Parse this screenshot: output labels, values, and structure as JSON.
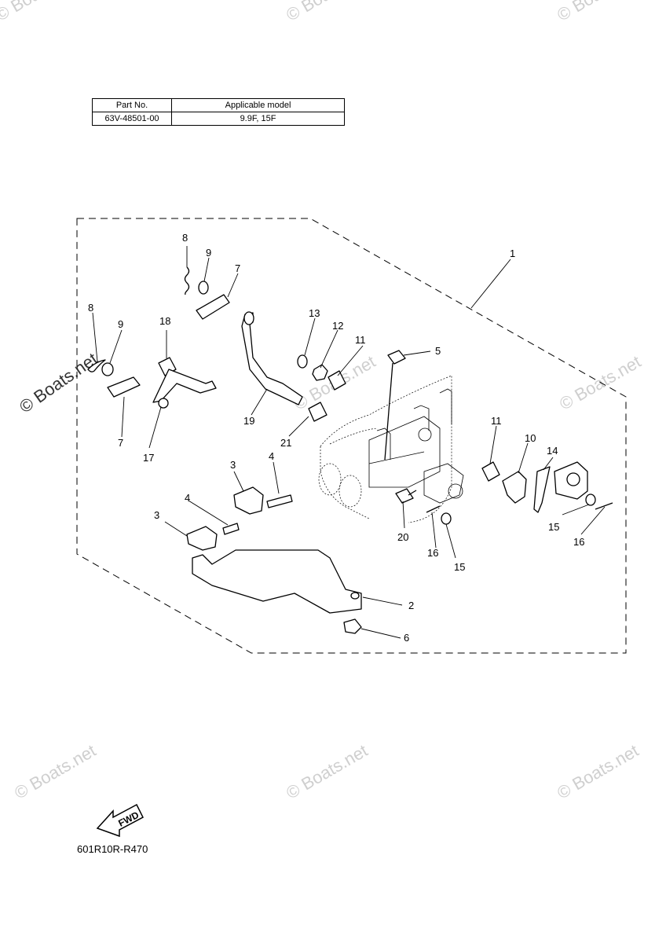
{
  "table": {
    "headers": [
      "Part No.",
      "Applicable model"
    ],
    "rows": [
      [
        "63V-48501-00",
        "9.9F, 15F"
      ]
    ]
  },
  "callouts": {
    "c1": "1",
    "c2": "2",
    "c3a": "3",
    "c3b": "3",
    "c4a": "4",
    "c4b": "4",
    "c5": "5",
    "c6": "6",
    "c7a": "7",
    "c7b": "7",
    "c8a": "8",
    "c8b": "8",
    "c9a": "9",
    "c9b": "9",
    "c10": "10",
    "c11a": "11",
    "c11b": "11",
    "c12": "12",
    "c13": "13",
    "c14": "14",
    "c15a": "15",
    "c15b": "15",
    "c16a": "16",
    "c16b": "16",
    "c17": "17",
    "c18": "18",
    "c19": "19",
    "c20": "20",
    "c21": "21"
  },
  "fwd_label": "FWD",
  "drawing_code": "601R10R-R470",
  "watermark_text": "© Boats.net",
  "colors": {
    "line": "#000000",
    "watermark": "#cfcfcf"
  }
}
